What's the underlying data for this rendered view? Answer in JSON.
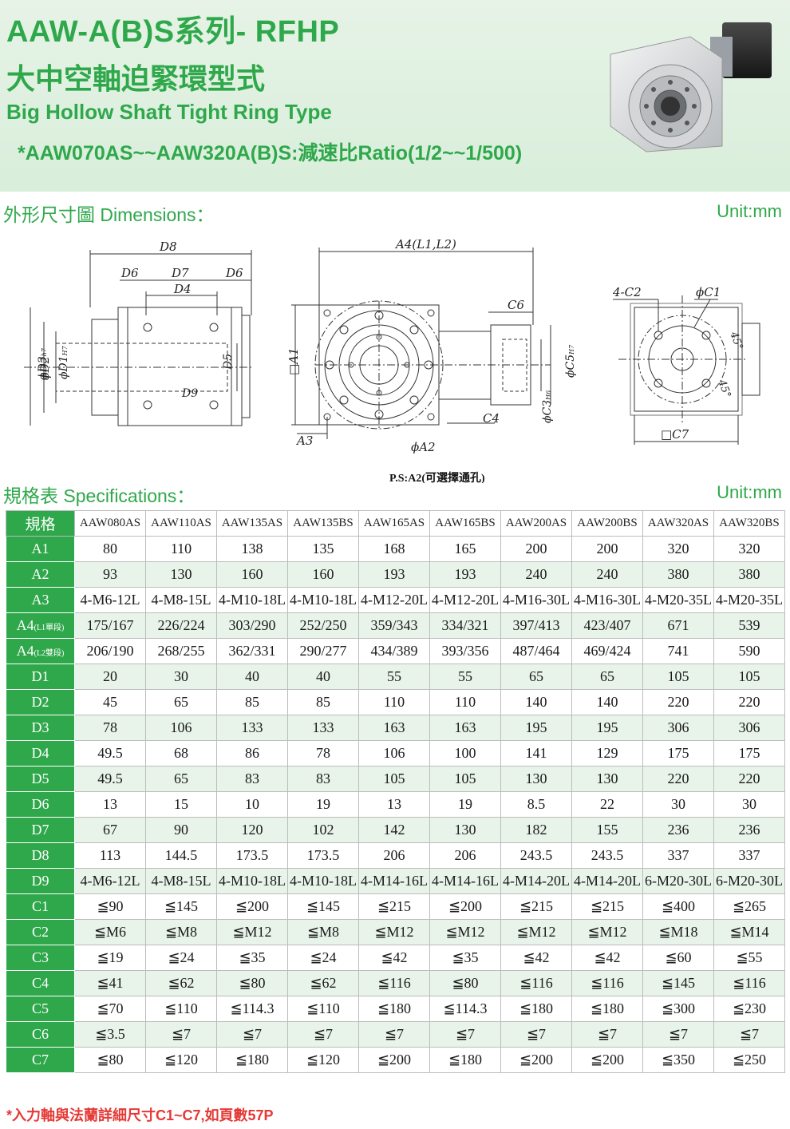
{
  "header": {
    "title_line1": "AAW-A(B)S系列- RFHP",
    "title_line2": "大中空軸迫緊環型式",
    "title_en": "Big Hollow Shaft Tight Ring Type",
    "model_range": "*AAW070AS~~AAW320A(B)S:減速比Ratio(1/2~~1/500)"
  },
  "dimensions_section": {
    "title": "外形尺寸圖 Dimensions：",
    "unit": "Unit:mm",
    "note": "P.S:A2(可選擇通孔)",
    "labels": {
      "d8": "D8",
      "d6a": "D6",
      "d7": "D7",
      "d6b": "D6",
      "d4": "D4",
      "d5": "D5",
      "d9": "D9",
      "d3": "ϕD3",
      "d3_sub": "h7",
      "d2": "ϕD2",
      "d1": "ϕD1",
      "d1_sub": "H7",
      "a4": "A4(L1,L2)",
      "a1": "□A1",
      "a3": "A3",
      "a2": "ϕA2",
      "c6": "C6",
      "c4": "C4",
      "c3": "ϕC3",
      "c3_sub": "H6",
      "c5": "ϕC5",
      "c5_sub": "H7",
      "c2": "4-C2",
      "c1": "ϕC1",
      "angle1": "45°",
      "angle2": "45°",
      "c7": "□C7"
    }
  },
  "spec_section": {
    "title": "規格表 Specifications：",
    "unit": "Unit:mm",
    "corner_label": "規格",
    "models": [
      "AAW080AS",
      "AAW110AS",
      "AAW135AS",
      "AAW135BS",
      "AAW165AS",
      "AAW165BS",
      "AAW200AS",
      "AAW200BS",
      "AAW320AS",
      "AAW320BS"
    ],
    "rows": [
      {
        "label": "A1",
        "sub": "",
        "values": [
          "80",
          "110",
          "138",
          "135",
          "168",
          "165",
          "200",
          "200",
          "320",
          "320"
        ]
      },
      {
        "label": "A2",
        "sub": "",
        "values": [
          "93",
          "130",
          "160",
          "160",
          "193",
          "193",
          "240",
          "240",
          "380",
          "380"
        ]
      },
      {
        "label": "A3",
        "sub": "",
        "values": [
          "4-M6-12L",
          "4-M8-15L",
          "4-M10-18L",
          "4-M10-18L",
          "4-M12-20L",
          "4-M12-20L",
          "4-M16-30L",
          "4-M16-30L",
          "4-M20-35L",
          "4-M20-35L"
        ]
      },
      {
        "label": "A4",
        "sub": "(L1單段)",
        "values": [
          "175/167",
          "226/224",
          "303/290",
          "252/250",
          "359/343",
          "334/321",
          "397/413",
          "423/407",
          "671",
          "539"
        ]
      },
      {
        "label": "A4",
        "sub": "(L2雙段)",
        "values": [
          "206/190",
          "268/255",
          "362/331",
          "290/277",
          "434/389",
          "393/356",
          "487/464",
          "469/424",
          "741",
          "590"
        ]
      },
      {
        "label": "D1",
        "sub": "",
        "values": [
          "20",
          "30",
          "40",
          "40",
          "55",
          "55",
          "65",
          "65",
          "105",
          "105"
        ]
      },
      {
        "label": "D2",
        "sub": "",
        "values": [
          "45",
          "65",
          "85",
          "85",
          "110",
          "110",
          "140",
          "140",
          "220",
          "220"
        ]
      },
      {
        "label": "D3",
        "sub": "",
        "values": [
          "78",
          "106",
          "133",
          "133",
          "163",
          "163",
          "195",
          "195",
          "306",
          "306"
        ]
      },
      {
        "label": "D4",
        "sub": "",
        "values": [
          "49.5",
          "68",
          "86",
          "78",
          "106",
          "100",
          "141",
          "129",
          "175",
          "175"
        ]
      },
      {
        "label": "D5",
        "sub": "",
        "values": [
          "49.5",
          "65",
          "83",
          "83",
          "105",
          "105",
          "130",
          "130",
          "220",
          "220"
        ]
      },
      {
        "label": "D6",
        "sub": "",
        "values": [
          "13",
          "15",
          "10",
          "19",
          "13",
          "19",
          "8.5",
          "22",
          "30",
          "30"
        ]
      },
      {
        "label": "D7",
        "sub": "",
        "values": [
          "67",
          "90",
          "120",
          "102",
          "142",
          "130",
          "182",
          "155",
          "236",
          "236"
        ]
      },
      {
        "label": "D8",
        "sub": "",
        "values": [
          "113",
          "144.5",
          "173.5",
          "173.5",
          "206",
          "206",
          "243.5",
          "243.5",
          "337",
          "337"
        ]
      },
      {
        "label": "D9",
        "sub": "",
        "values": [
          "4-M6-12L",
          "4-M8-15L",
          "4-M10-18L",
          "4-M10-18L",
          "4-M14-16L",
          "4-M14-16L",
          "4-M14-20L",
          "4-M14-20L",
          "6-M20-30L",
          "6-M20-30L"
        ]
      },
      {
        "label": "C1",
        "sub": "",
        "values": [
          "≦90",
          "≦145",
          "≦200",
          "≦145",
          "≦215",
          "≦200",
          "≦215",
          "≦215",
          "≦400",
          "≦265"
        ]
      },
      {
        "label": "C2",
        "sub": "",
        "values": [
          "≦M6",
          "≦M8",
          "≦M12",
          "≦M8",
          "≦M12",
          "≦M12",
          "≦M12",
          "≦M12",
          "≦M18",
          "≦M14"
        ]
      },
      {
        "label": "C3",
        "sub": "",
        "values": [
          "≦19",
          "≦24",
          "≦35",
          "≦24",
          "≦42",
          "≦35",
          "≦42",
          "≦42",
          "≦60",
          "≦55"
        ]
      },
      {
        "label": "C4",
        "sub": "",
        "values": [
          "≦41",
          "≦62",
          "≦80",
          "≦62",
          "≦116",
          "≦80",
          "≦116",
          "≦116",
          "≦145",
          "≦116"
        ]
      },
      {
        "label": "C5",
        "sub": "",
        "values": [
          "≦70",
          "≦110",
          "≦114.3",
          "≦110",
          "≦180",
          "≦114.3",
          "≦180",
          "≦180",
          "≦300",
          "≦230"
        ]
      },
      {
        "label": "C6",
        "sub": "",
        "values": [
          "≦3.5",
          "≦7",
          "≦7",
          "≦7",
          "≦7",
          "≦7",
          "≦7",
          "≦7",
          "≦7",
          "≦7"
        ]
      },
      {
        "label": "C7",
        "sub": "",
        "values": [
          "≦80",
          "≦120",
          "≦180",
          "≦120",
          "≦200",
          "≦180",
          "≦200",
          "≦200",
          "≦350",
          "≦250"
        ]
      }
    ]
  },
  "footnote": "*入力軸與法蘭詳細尺寸C1~C7,如頁數57P",
  "colors": {
    "brand_green": "#2fa84b",
    "header_bg": "#e3f2e4",
    "row_alt": "#e8f4e9",
    "footnote_red": "#e53935"
  }
}
